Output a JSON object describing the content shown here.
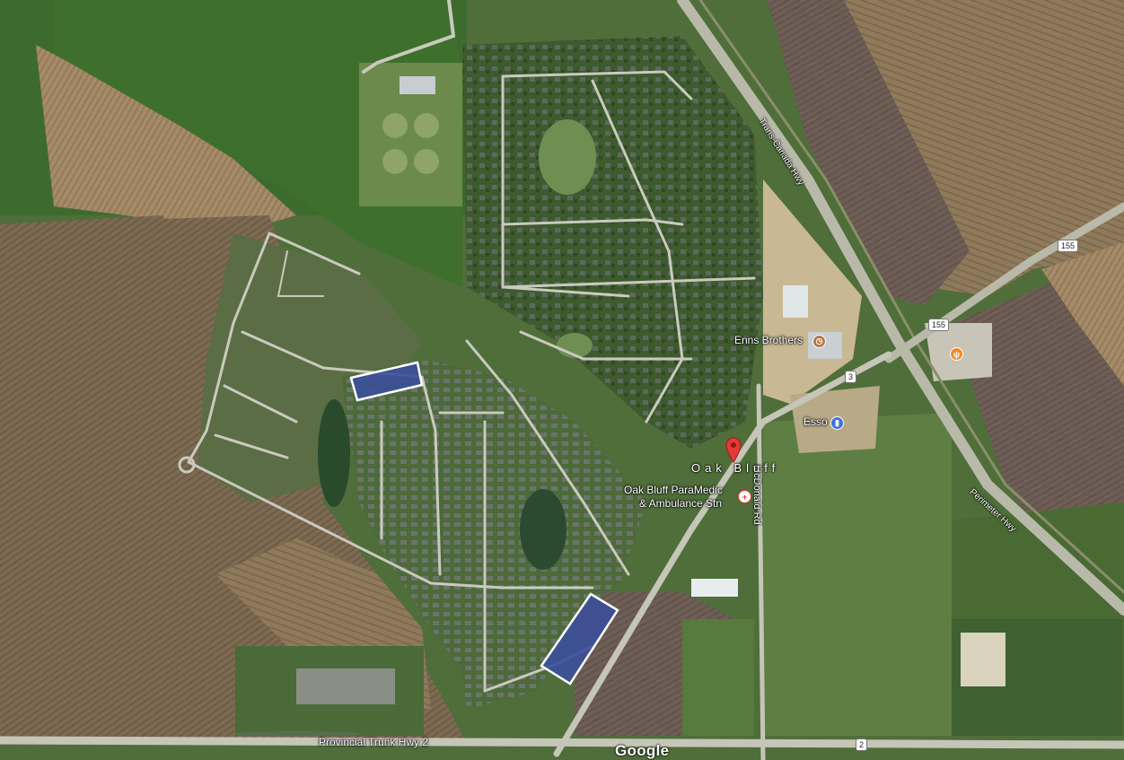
{
  "map": {
    "labels": {
      "trans_canada": "Trans-Canada Hwy",
      "perimeter": "Perimeter Hwy",
      "provincial_trunk": "Provincial Trunk Hwy 2",
      "mcdonald_rd": "McDonald Rd",
      "town": "Oak Bluff",
      "enns": "Enns Brothers",
      "esso": "Esso",
      "paramedic_line1": "Oak Bluff ParaMedic",
      "paramedic_line2": "& Ambulance Stn"
    },
    "shields": {
      "hwy155_a": "155",
      "hwy155_b": "155",
      "hwy3": "3",
      "hwy2": "2"
    },
    "attribution": "Google",
    "colors": {
      "highlight_fill": "#3b4f9a",
      "highlight_stroke": "#ffffff",
      "pin": "#e53935",
      "poi_brown": "#b07a4a",
      "poi_blue": "#3f6fe0",
      "poi_orange": "#f28c28"
    }
  }
}
